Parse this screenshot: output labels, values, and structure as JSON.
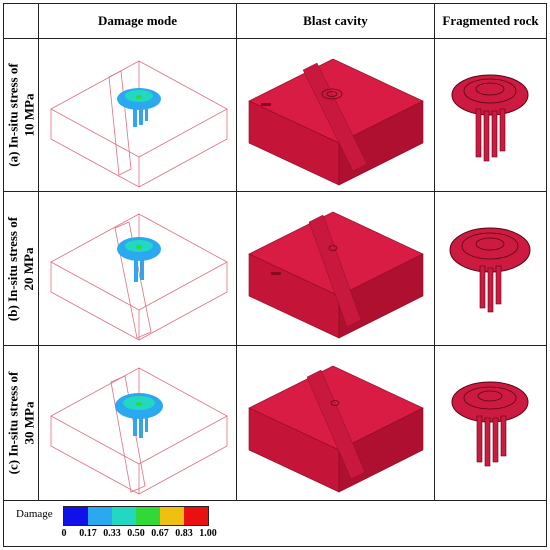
{
  "headers": {
    "col1": "Damage mode",
    "col2": "Blast cavity",
    "col3": "Fragmented rock"
  },
  "rows": [
    {
      "label_line1": "(a) In-situ stress of",
      "label_line2": "10 MPa"
    },
    {
      "label_line1": "(b) In-situ stress of",
      "label_line2": "20 MPa"
    },
    {
      "label_line1": "(c) In-situ stress of",
      "label_line2": "30 MPa"
    }
  ],
  "legend": {
    "title": "Damage",
    "colors": [
      "#1010e8",
      "#2aa8f0",
      "#22d8c0",
      "#30d838",
      "#f0c010",
      "#e81010"
    ],
    "ticks": [
      "0",
      "0.17",
      "0.33",
      "0.50",
      "0.67",
      "0.83",
      "1.00"
    ]
  },
  "palette": {
    "cube_top": "#d81c44",
    "cube_left": "#c41438",
    "cube_right": "#b01030",
    "rock": "#cc1a40",
    "damage_core": "#3aa0e8",
    "frame_lines": "#e07080"
  }
}
